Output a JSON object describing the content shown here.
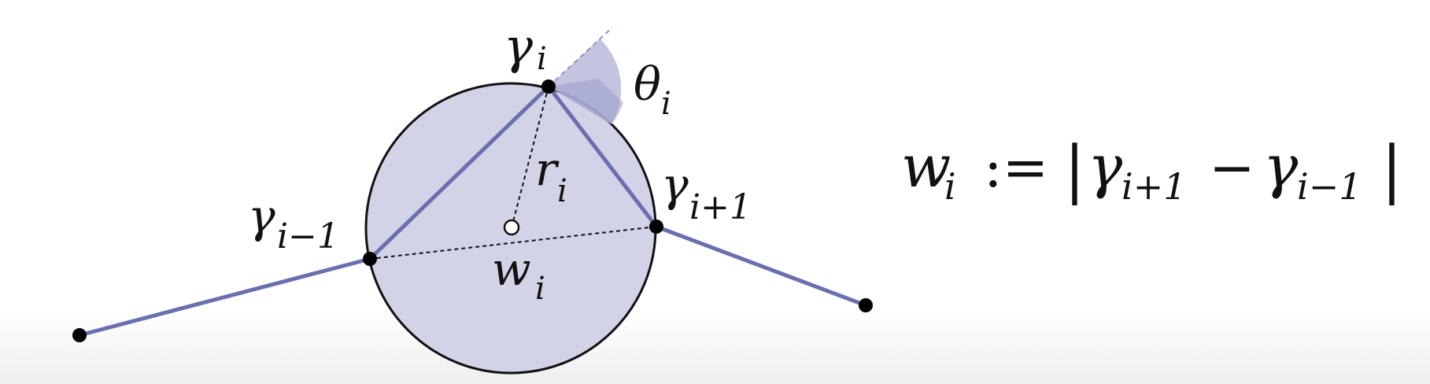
{
  "diagram": {
    "labels": {
      "gamma_i": {
        "base": "γ",
        "sub": "i"
      },
      "gamma_prev": {
        "base": "γ",
        "sub": "i−1"
      },
      "gamma_next": {
        "base": "γ",
        "sub": "i+1"
      },
      "theta_i": {
        "base": "θ",
        "sub": "i"
      },
      "r_i": {
        "base": "r",
        "sub": "i"
      },
      "w_i": {
        "base": "w",
        "sub": "i"
      }
    },
    "formula": {
      "lhs_base": "w",
      "lhs_sub": "i",
      "assign": ":=",
      "bar_left": "|",
      "term1_base": "γ",
      "term1_sub": "i+1",
      "minus": "−",
      "term2_base": "γ",
      "term2_sub": "i−1",
      "bar_right": "|"
    },
    "colors": {
      "circle_fill": "#d2d3e7",
      "polyline": "#6a6fae",
      "angle_wedge": "#b8badb",
      "angle_overlap": "#9a9dca",
      "vertex": "#000000"
    }
  }
}
